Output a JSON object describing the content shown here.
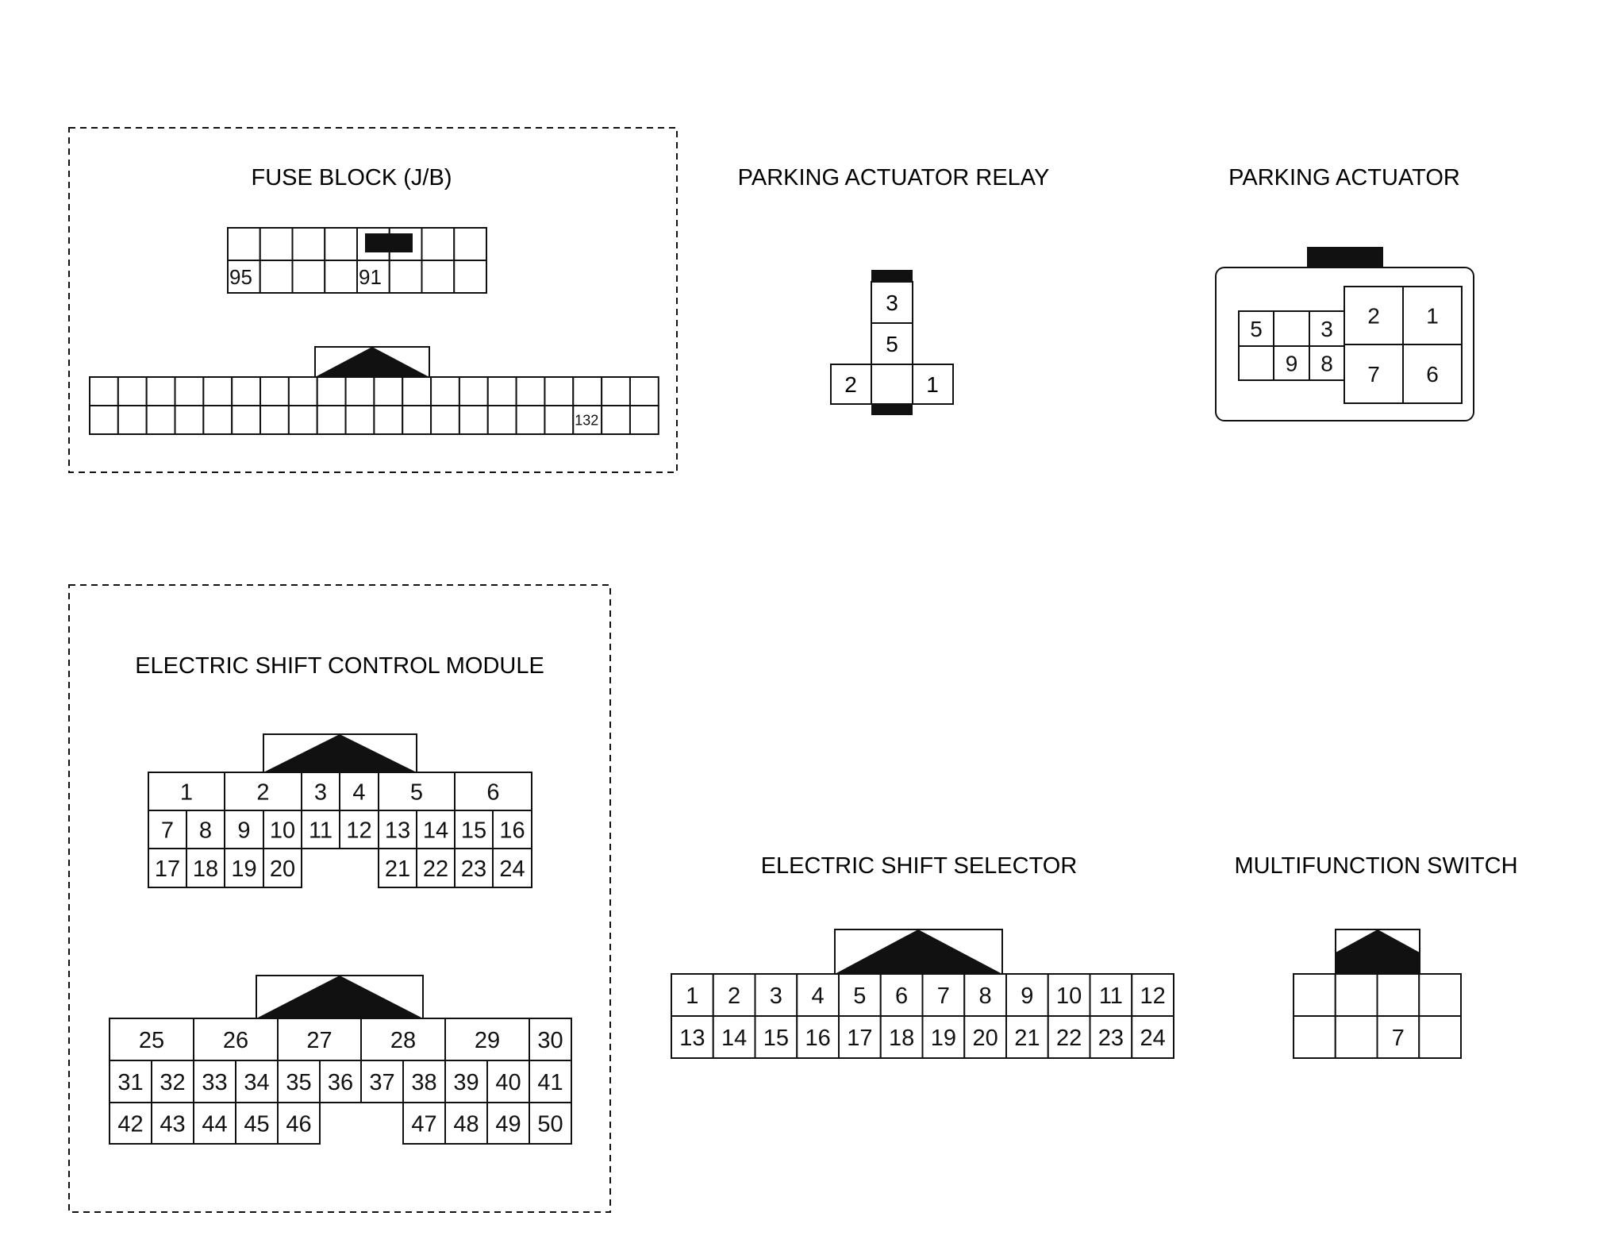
{
  "colors": {
    "ink": "#111111",
    "paper": "#ffffff"
  },
  "fuse_block": {
    "title": "FUSE BLOCK (J/B)",
    "upper_labels": {
      "0": "95",
      "4": "91"
    },
    "lower_labels": {
      "17": "132"
    }
  },
  "parking_actuator_relay": {
    "title": "PARKING ACTUATOR RELAY",
    "pins": {
      "top": "3",
      "middle": "5",
      "left": "2",
      "right": "1"
    }
  },
  "parking_actuator": {
    "title": "PARKING ACTUATOR",
    "small_row1": [
      "5",
      "",
      "3"
    ],
    "small_row2": [
      "",
      "9",
      "8"
    ],
    "large_row1": [
      "2",
      "1"
    ],
    "large_row2": [
      "7",
      "6"
    ]
  },
  "electric_shift_control_module": {
    "title": "ELECTRIC SHIFT CONTROL MODULE",
    "connector_a": {
      "row1": [
        "1",
        "2",
        "3",
        "4",
        "5",
        "6"
      ],
      "row2": [
        "7",
        "8",
        "9",
        "10",
        "11",
        "12",
        "13",
        "14",
        "15",
        "16"
      ],
      "row3_left": [
        "17",
        "18",
        "19",
        "20"
      ],
      "row3_right": [
        "21",
        "22",
        "23",
        "24"
      ]
    },
    "connector_b": {
      "row1": [
        "25",
        "26",
        "27",
        "28",
        "29",
        "30"
      ],
      "row2": [
        "31",
        "32",
        "33",
        "34",
        "35",
        "36",
        "37",
        "38",
        "39",
        "40",
        "41"
      ],
      "row3_left": [
        "42",
        "43",
        "44",
        "45",
        "46"
      ],
      "row3_right": [
        "47",
        "48",
        "49",
        "50"
      ]
    }
  },
  "electric_shift_selector": {
    "title": "ELECTRIC SHIFT SELECTOR",
    "row1": [
      "1",
      "2",
      "3",
      "4",
      "5",
      "6",
      "7",
      "8",
      "9",
      "10",
      "11",
      "12"
    ],
    "row2": [
      "13",
      "14",
      "15",
      "16",
      "17",
      "18",
      "19",
      "20",
      "21",
      "22",
      "23",
      "24"
    ]
  },
  "multifunction_switch": {
    "title": "MULTIFUNCTION SWITCH",
    "row1": [
      "",
      "",
      "",
      ""
    ],
    "row2": [
      "",
      "",
      "7",
      ""
    ]
  }
}
